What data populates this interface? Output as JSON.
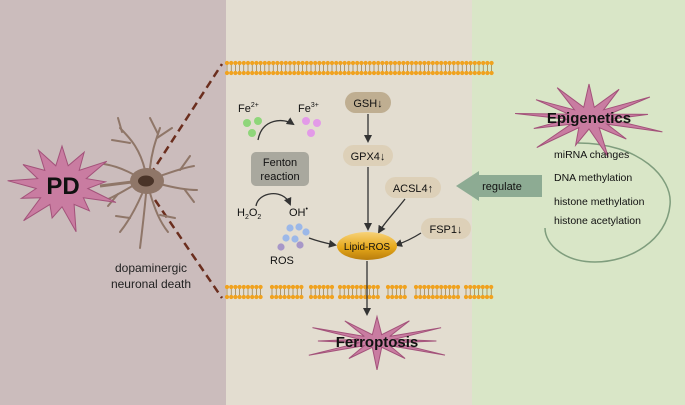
{
  "pd_label": "PD",
  "neuron_caption": {
    "line1": "dopaminergic",
    "line2": "neuronal death"
  },
  "fenton": {
    "fe2": {
      "base": "Fe",
      "sup": "2+"
    },
    "fe3": {
      "base": "Fe",
      "sup": "3+"
    },
    "box_line1": "Fenton",
    "box_line2": "reaction",
    "h2o2": {
      "a": "H",
      "b": "2",
      "c": "O",
      "d": "2"
    },
    "oh": {
      "base": "OH",
      "sup": "•"
    },
    "ros": "ROS"
  },
  "pathway": {
    "gsh": "GSH↓",
    "gpx4": "GPX4↓",
    "acsl4": "ACSL4↑",
    "fsp1": "FSP1↓",
    "lipid_ros": "Lipid-ROS"
  },
  "ferroptosis_label": "Ferroptosis",
  "regulate_label": "regulate",
  "epigenetics": {
    "title": "Epigenetics",
    "items": [
      "miRNA changes",
      "DNA methylation",
      "histone methylation",
      "histone acetylation"
    ]
  },
  "colors": {
    "left_panel": "#cbbcbc",
    "middle_panel": "#e3ddd0",
    "right_panel": "#d9e6c7",
    "star_fill": "#c97ca1",
    "star_stroke": "#a3527a",
    "membrane": "#f0a21f",
    "neuron": "#8f7668",
    "fenton_box": "#a9a89e",
    "pill": "#ddd0b8",
    "lipid": "#e6a81a",
    "arrow_block": "#8dab93",
    "fe2_dot": "#8fd67a",
    "fe3_dot": "#e39ae8",
    "ros_blue": "#9cb8e8",
    "ros_purple": "#a797c8"
  }
}
